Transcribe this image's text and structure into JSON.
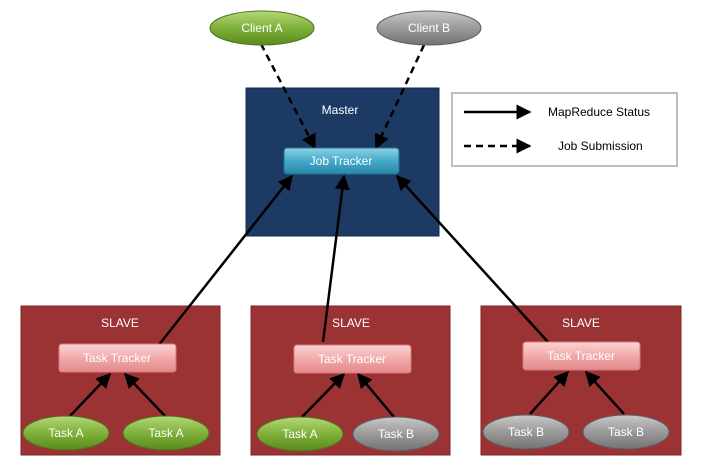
{
  "clients": {
    "a": {
      "label": "Client A",
      "color": "#6f9c2c"
    },
    "b": {
      "label": "Client B",
      "color": "#8a8a8a"
    }
  },
  "master": {
    "title": "Master",
    "color": "#1c3a63",
    "job_tracker": {
      "label": "Job Tracker",
      "color": "#3ca3c4"
    }
  },
  "legend": {
    "solid_label": "MapReduce Status",
    "dashed_label": "Job Submission"
  },
  "slaves": [
    {
      "title": "SLAVE",
      "task_tracker": "Task Tracker",
      "tasks": [
        {
          "label": "Task A",
          "kind": "a"
        },
        {
          "label": "Task A",
          "kind": "a"
        }
      ]
    },
    {
      "title": "SLAVE",
      "task_tracker": "Task Tracker",
      "tasks": [
        {
          "label": "Task A",
          "kind": "a"
        },
        {
          "label": "Task B",
          "kind": "b"
        }
      ]
    },
    {
      "title": "SLAVE",
      "task_tracker": "Task Tracker",
      "tasks": [
        {
          "label": "Task B",
          "kind": "b"
        },
        {
          "label": "Task B",
          "kind": "b"
        }
      ]
    }
  ],
  "colors": {
    "slave_box": "#9b3334",
    "task_tracker": "#f2a7a8",
    "task_a": "#6f9c2c",
    "task_b": "#8a8a8a"
  }
}
